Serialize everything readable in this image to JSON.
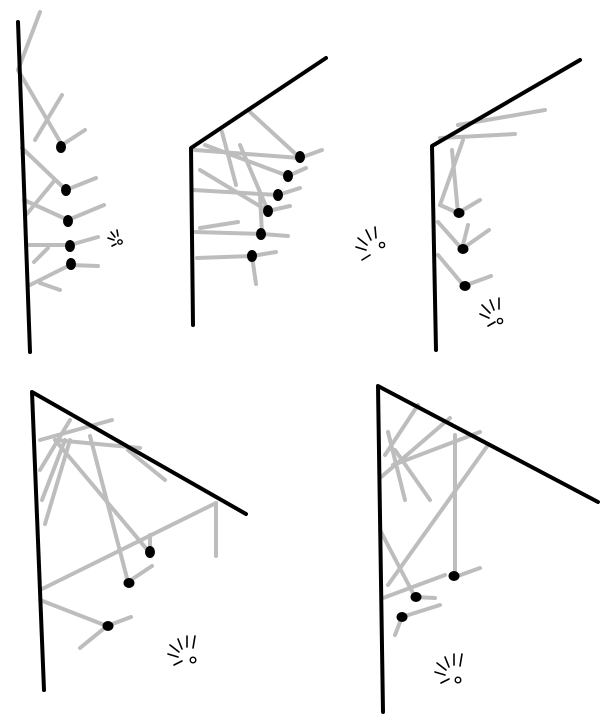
{
  "colors": {
    "background": "#ffffff",
    "wall": "#000000",
    "sticks": "#bdbdbd",
    "geckos": "#000000",
    "sound_cue": "#000000"
  },
  "panels": [
    {
      "id": "panel-1",
      "wall_shape": "vertical"
    },
    {
      "id": "panel-2",
      "wall_shape": "corner-open-right"
    },
    {
      "id": "panel-3",
      "wall_shape": "corner-open-right"
    },
    {
      "id": "panel-4",
      "wall_shape": "triangle-corner"
    },
    {
      "id": "panel-5",
      "wall_shape": "triangle-corner"
    }
  ]
}
